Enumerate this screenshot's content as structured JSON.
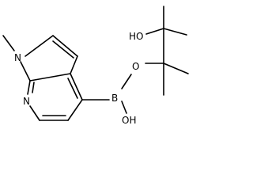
{
  "labels": {
    "methyl_N": "N",
    "pyridine_N": "N",
    "boron": "B",
    "ho_top": "HO",
    "ester_O": "O",
    "boron_OH": "OH"
  },
  "colors": {
    "bond": "#000000",
    "text": "#000000",
    "background": "#ffffff"
  }
}
